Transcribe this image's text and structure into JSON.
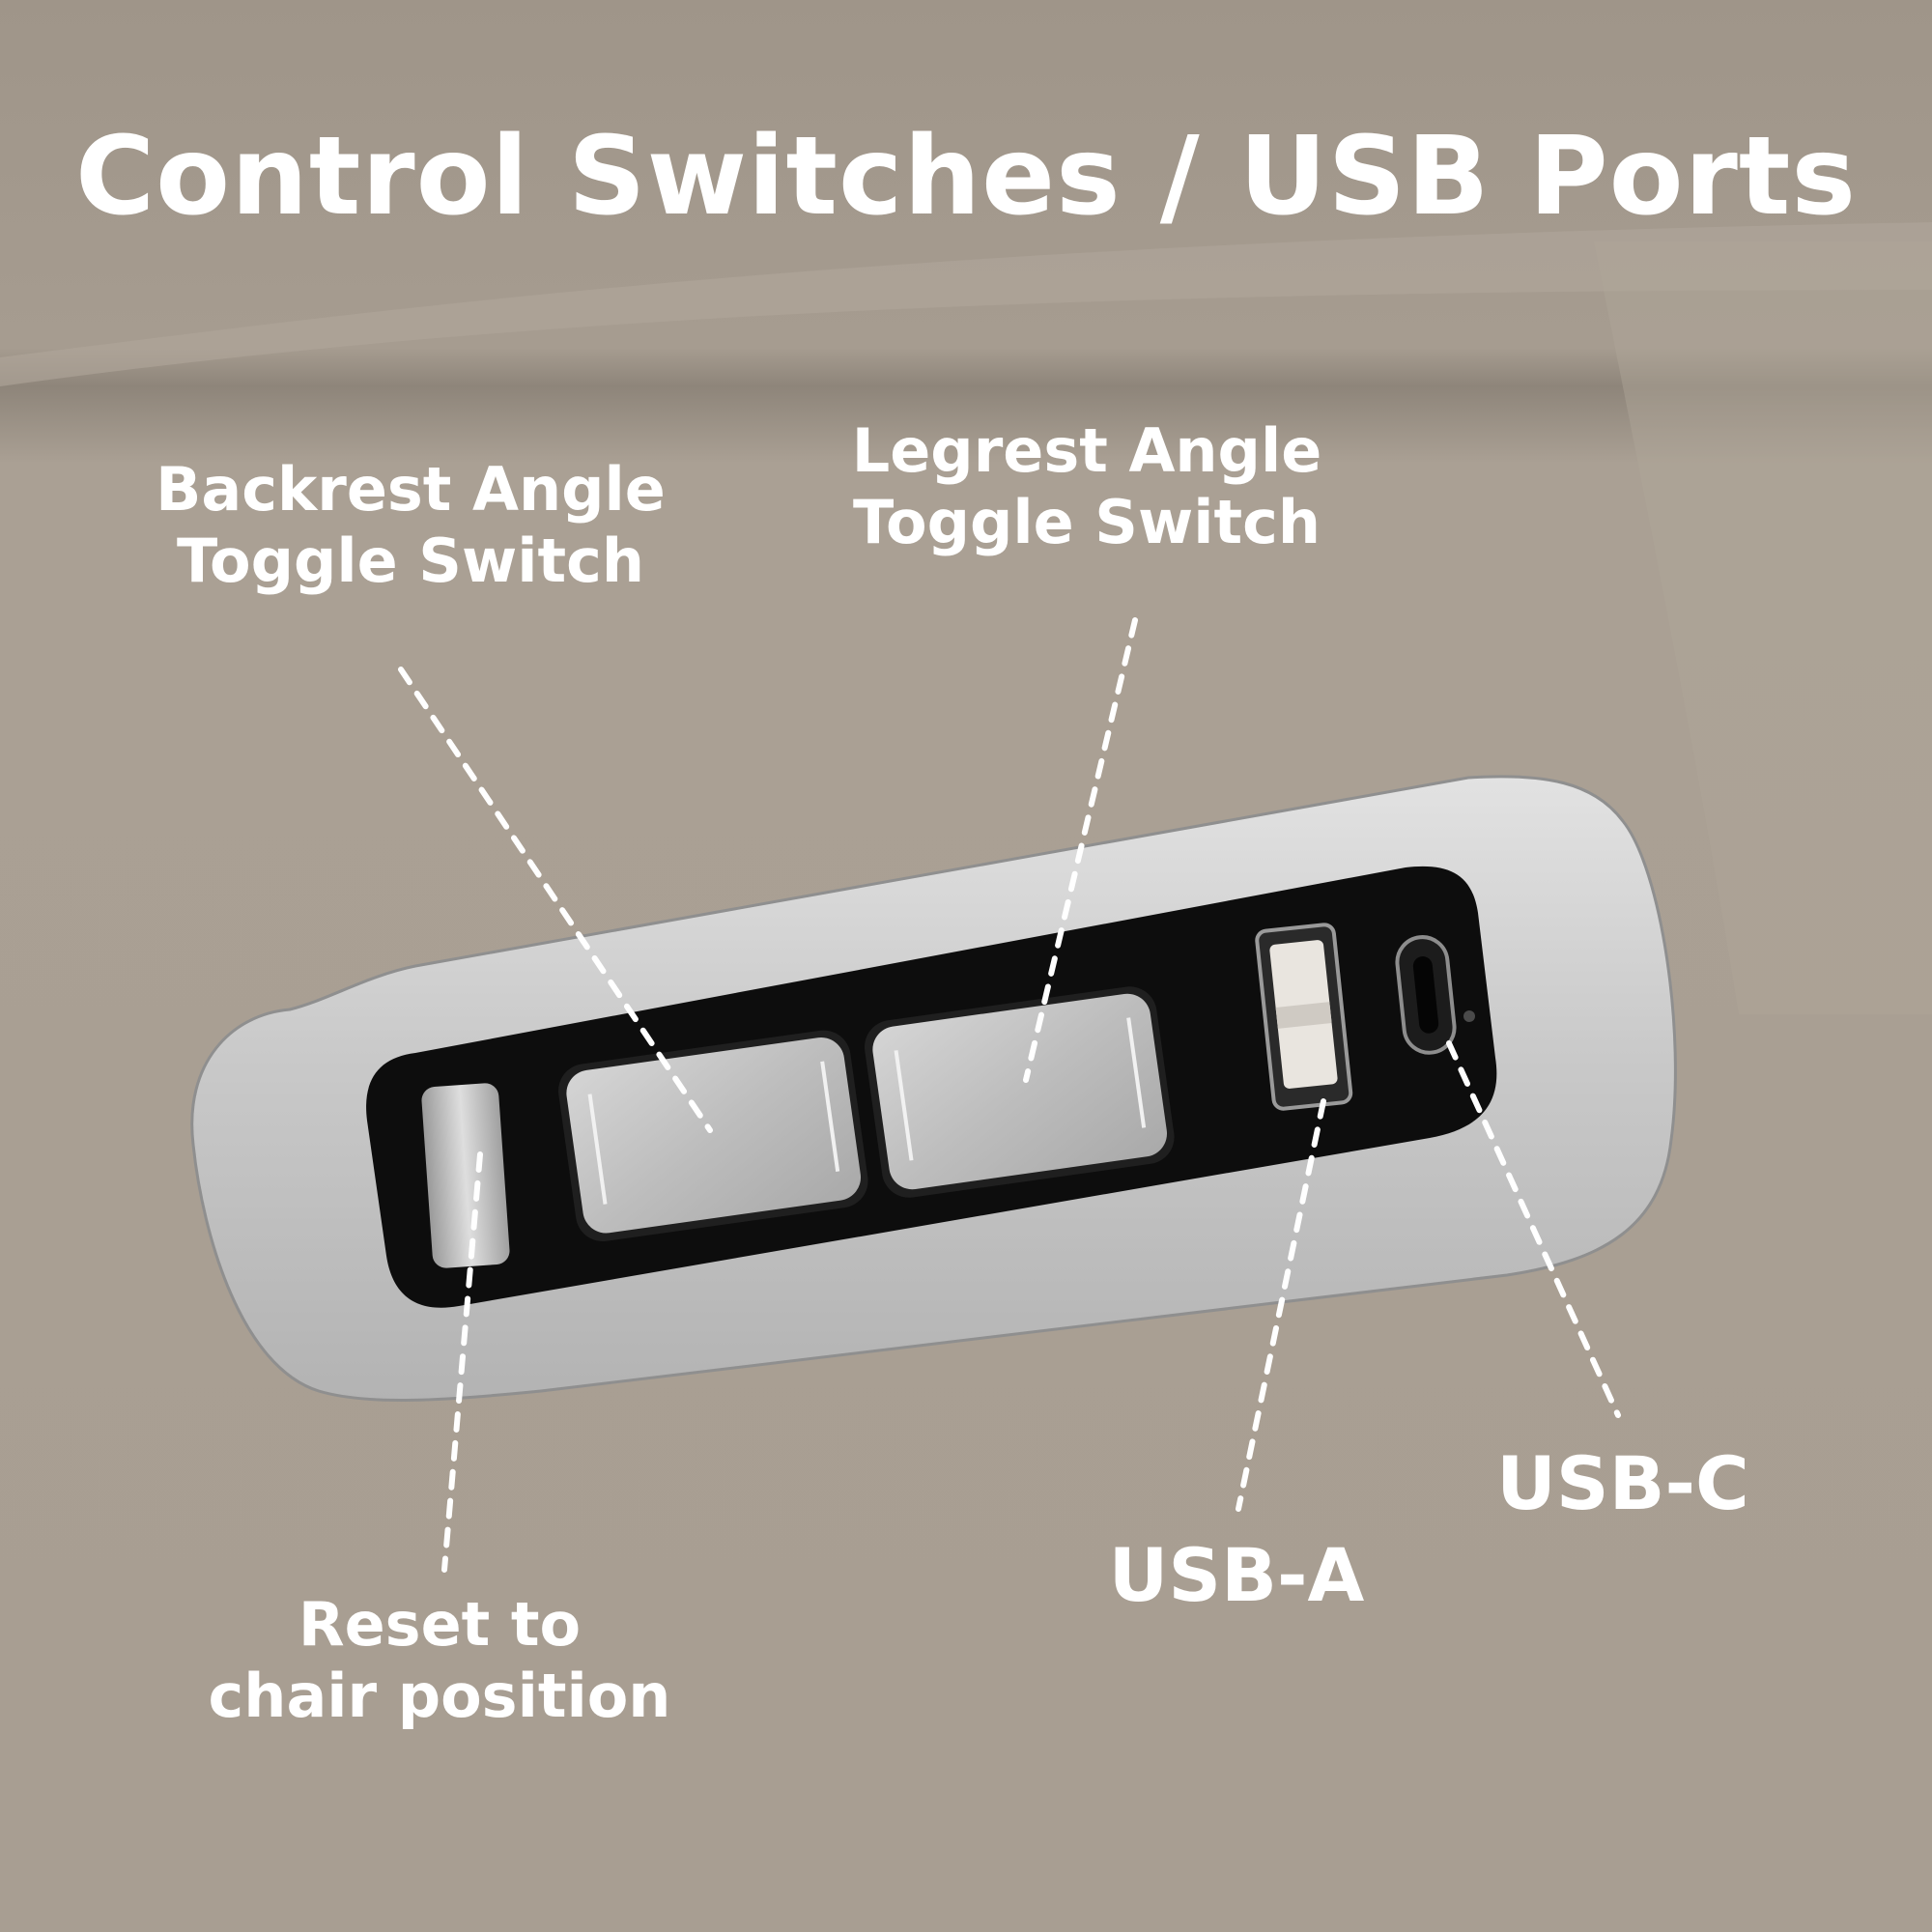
{
  "title": "Control Switches / USB Ports",
  "labels": {
    "backrest": {
      "line1": "Backrest Angle",
      "line2": "Toggle Switch"
    },
    "legrest": {
      "line1": "Legrest Angle",
      "line2": "Toggle Switch"
    },
    "reset": {
      "line1": "Reset to",
      "line2": "chair position"
    },
    "usb_a": "USB-A",
    "usb_c": "USB-C"
  },
  "colors": {
    "upholstery": "#a99f93",
    "panel_silver": "#c6c6c6",
    "panel_black": "#0d0d0d",
    "label_text": "#ffffff"
  }
}
